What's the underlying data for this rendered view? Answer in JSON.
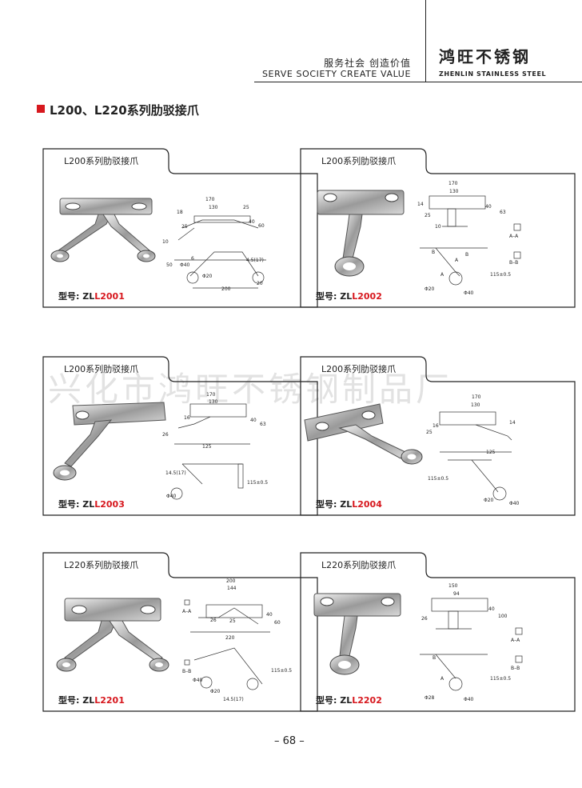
{
  "header": {
    "slogan_cn": "服务社会  创造价值",
    "slogan_en": "SERVE SOCIETY CREATE VALUE",
    "brand_cn": "鸿旺不锈钢",
    "brand_en": "ZHENLIN STAINLESS STEEL"
  },
  "section": {
    "title": "L200、L220系列肋驳接爪"
  },
  "watermark": "兴化市鸿旺不锈钢制品厂",
  "cards": [
    {
      "label": "L200系列肋驳接爪",
      "model_prefix": "型号: ZL",
      "model_code": "L2001",
      "dims": [
        "170",
        "130",
        "25",
        "18",
        "25",
        "40",
        "60",
        "10",
        "6",
        "Φ40",
        "50",
        "Φ20",
        "4.5(17)",
        "200",
        "20"
      ]
    },
    {
      "label": "L200系列肋驳接爪",
      "model_prefix": "型号: ZL",
      "model_code": "L2002",
      "dims": [
        "170",
        "130",
        "14",
        "25",
        "10",
        "40",
        "63",
        "A–A",
        "B–B",
        "B",
        "A",
        "A",
        "B",
        "Φ20",
        "Φ40",
        "115±0.5"
      ]
    },
    {
      "label": "L200系列肋驳接爪",
      "model_prefix": "型号: ZL",
      "model_code": "L2003",
      "dims": [
        "170",
        "130",
        "16",
        "26",
        "125",
        "40",
        "63",
        "14.5(17)",
        "Φ40",
        "115±0.5"
      ]
    },
    {
      "label": "L200系列肋驳接爪",
      "model_prefix": "型号: ZL",
      "model_code": "L2004",
      "dims": [
        "170",
        "130",
        "16",
        "25",
        "14",
        "125",
        "115±0.5",
        "Φ20",
        "Φ40"
      ]
    },
    {
      "label": "L220系列肋驳接爪",
      "model_prefix": "型号: ZL",
      "model_code": "L2201",
      "dims": [
        "200",
        "144",
        "26",
        "25",
        "220",
        "40",
        "60",
        "A–A",
        "B–B",
        "Φ40",
        "Φ20",
        "14.5(17)",
        "115±0.5"
      ]
    },
    {
      "label": "L220系列肋驳接爪",
      "model_prefix": "型号: ZL",
      "model_code": "L2202",
      "dims": [
        "150",
        "94",
        "26",
        "40",
        "100",
        "A–A",
        "B–B",
        "B",
        "A",
        "Φ28",
        "Φ40",
        "115±0.5"
      ]
    }
  ],
  "footer": {
    "page": "– 68 –"
  }
}
